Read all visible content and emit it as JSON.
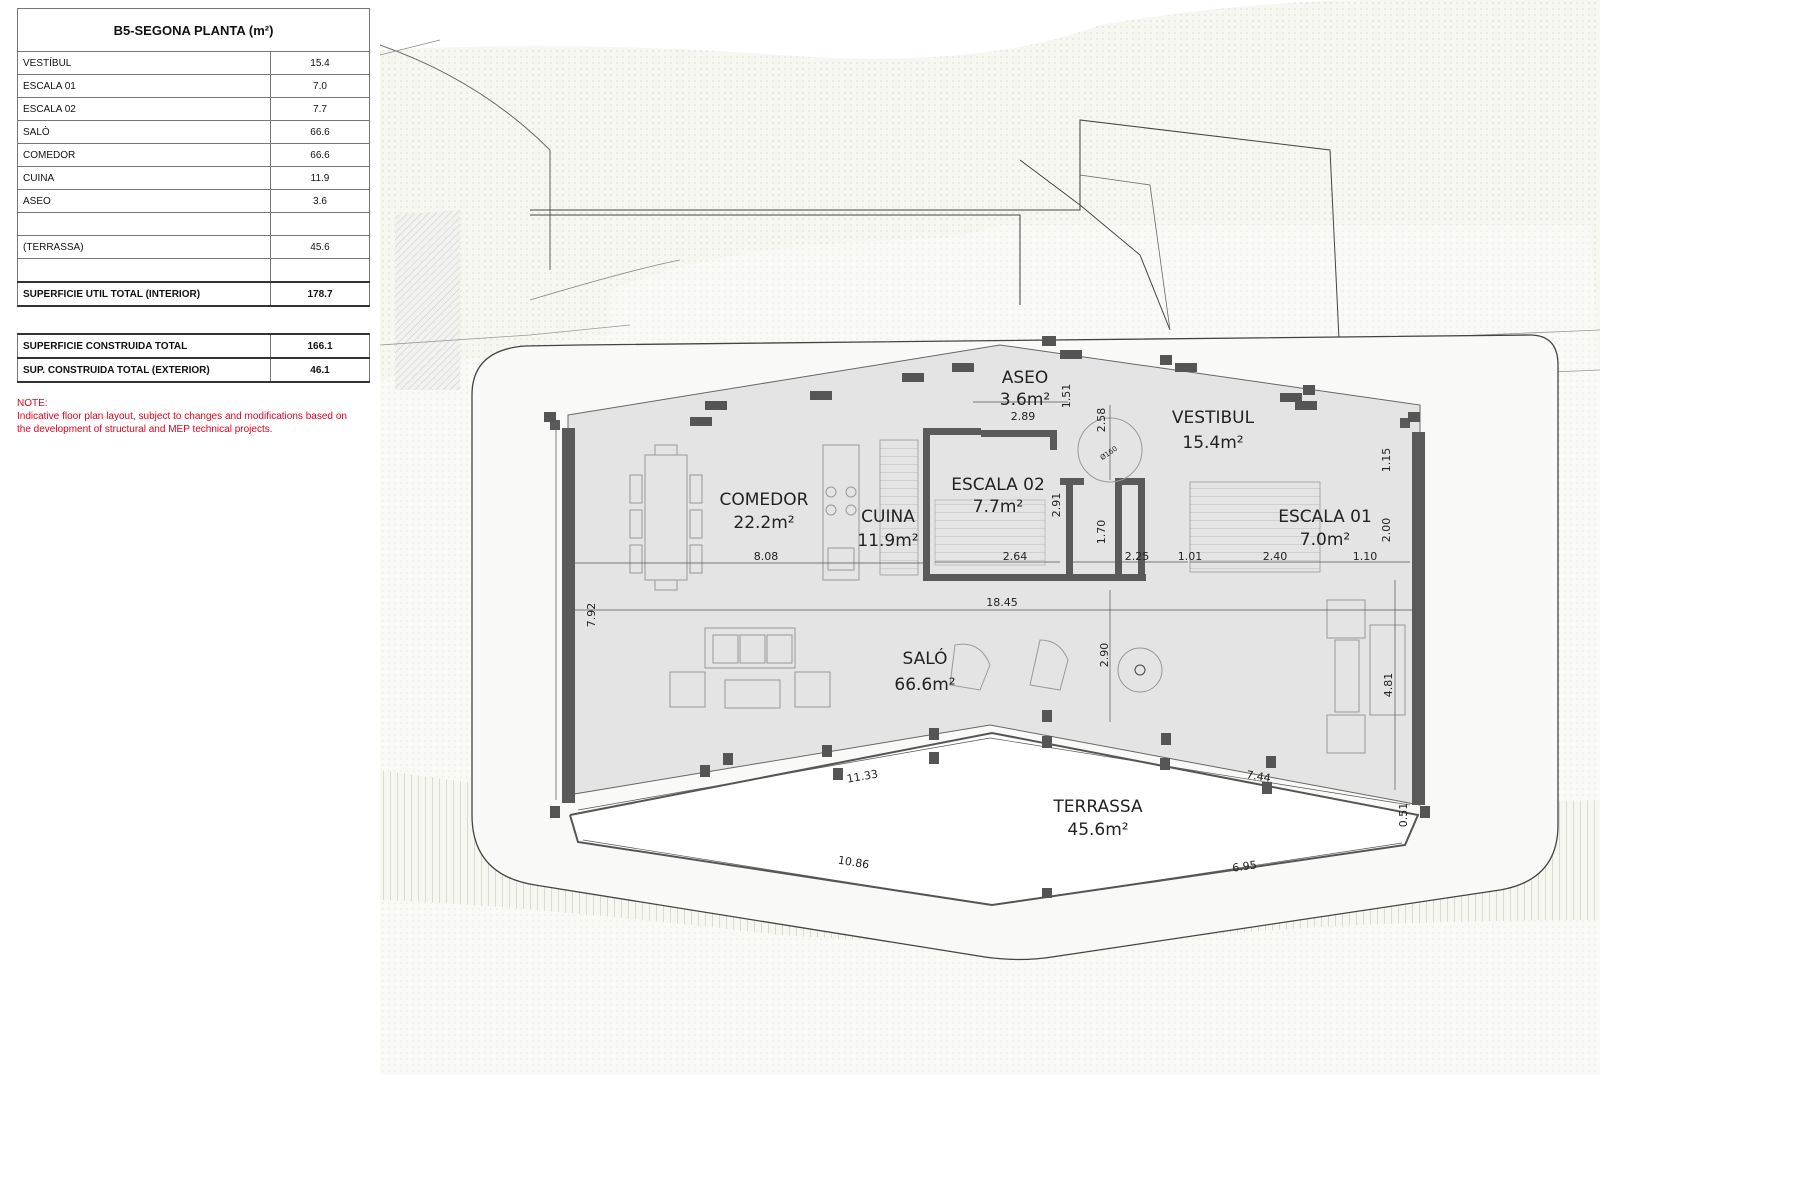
{
  "table": {
    "title": "B5-SEGONA PLANTA (m²)",
    "rows": [
      {
        "label": "VESTÍBUL",
        "value": "15.4"
      },
      {
        "label": "ESCALA 01",
        "value": "7.0"
      },
      {
        "label": "ESCALA 02",
        "value": "7.7"
      },
      {
        "label": "SALÒ",
        "value": "66.6"
      },
      {
        "label": "COMEDOR",
        "value": "66.6"
      },
      {
        "label": "CUINA",
        "value": "11.9"
      },
      {
        "label": "ASEO",
        "value": "3.6"
      },
      {
        "label": "(TERRASSA)",
        "value": "45.6"
      }
    ],
    "total_interior": {
      "label": "SUPERFICIE UTIL TOTAL (INTERIOR)",
      "value": "178.7"
    },
    "built_total": {
      "label": "SUPERFICIE CONSTRUIDA TOTAL",
      "value": "166.1"
    },
    "built_exterior": {
      "label": "SUP. CONSTRUIDA TOTAL (EXTERIOR)",
      "value": "46.1"
    }
  },
  "note": {
    "title": "NOTE:",
    "text": "Indicative floor plan layout, subject to changes and modifications based on the development of structural and MEP technical projects."
  },
  "rooms": {
    "aseo": {
      "name": "ASEO",
      "area": "3.6m²"
    },
    "vestibul": {
      "name": "VESTIBUL",
      "area": "15.4m²"
    },
    "comedor": {
      "name": "COMEDOR",
      "area": "22.2m²"
    },
    "cuina": {
      "name": "CUINA",
      "area": "11.9m²"
    },
    "escala02": {
      "name": "ESCALA 02",
      "area": "7.7m²"
    },
    "escala01": {
      "name": "ESCALA 01",
      "area": "7.0m²"
    },
    "salo": {
      "name": "SALÓ",
      "area": "66.6m²"
    },
    "terrassa": {
      "name": "TERRASSA",
      "area": "45.6m²"
    }
  },
  "dimensions": {
    "d289": "2.89",
    "d151": "1.51",
    "d258": "2.58",
    "d115": "1.15",
    "d808": "8.08",
    "d291": "2.91",
    "d170": "1.70",
    "d264": "2.64",
    "d225": "2.25",
    "d101": "1.01",
    "d240": "2.40",
    "d110": "1.10",
    "d200": "2.00",
    "d1845": "18.45",
    "d792": "7.92",
    "d290": "2.90",
    "d481": "4.81",
    "d1133": "11.33",
    "d744": "7.44",
    "d1086": "10.86",
    "d695": "6.95",
    "d051": "0.51",
    "phi": "Ø160"
  },
  "colors": {
    "note": "#e0001b",
    "wall": "#5a5a5a",
    "interior_fill": "#e4e4e4",
    "site_fill": "#f4f5ef",
    "line": "#444444"
  }
}
